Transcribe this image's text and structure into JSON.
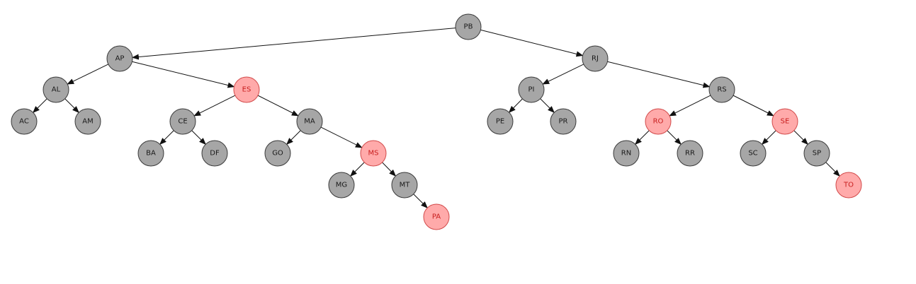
{
  "colors": {
    "black_fill": "#a6a6a6",
    "black_stroke": "#3a3a3a",
    "black_text": "#1a1a1a",
    "red_fill": "#ffaaaa",
    "red_stroke": "#d24a4a",
    "red_text": "#c81e1e",
    "edge": "#111111"
  },
  "tree": {
    "root": "PB",
    "nodes": [
      {
        "id": "PB",
        "label": "PB",
        "color": "black"
      },
      {
        "id": "AP",
        "label": "AP",
        "color": "black"
      },
      {
        "id": "RJ",
        "label": "RJ",
        "color": "black"
      },
      {
        "id": "AL",
        "label": "AL",
        "color": "black"
      },
      {
        "id": "ES",
        "label": "ES",
        "color": "red"
      },
      {
        "id": "AC",
        "label": "AC",
        "color": "black"
      },
      {
        "id": "AM",
        "label": "AM",
        "color": "black"
      },
      {
        "id": "CE",
        "label": "CE",
        "color": "black"
      },
      {
        "id": "MA",
        "label": "MA",
        "color": "black"
      },
      {
        "id": "BA",
        "label": "BA",
        "color": "black"
      },
      {
        "id": "DF",
        "label": "DF",
        "color": "black"
      },
      {
        "id": "GO",
        "label": "GO",
        "color": "black"
      },
      {
        "id": "MS",
        "label": "MS",
        "color": "red"
      },
      {
        "id": "MG",
        "label": "MG",
        "color": "black"
      },
      {
        "id": "MT",
        "label": "MT",
        "color": "black"
      },
      {
        "id": "PA",
        "label": "PA",
        "color": "red"
      },
      {
        "id": "PI",
        "label": "PI",
        "color": "black"
      },
      {
        "id": "RS",
        "label": "RS",
        "color": "black"
      },
      {
        "id": "PE",
        "label": "PE",
        "color": "black"
      },
      {
        "id": "PR",
        "label": "PR",
        "color": "black"
      },
      {
        "id": "RO",
        "label": "RO",
        "color": "red"
      },
      {
        "id": "SE",
        "label": "SE",
        "color": "red"
      },
      {
        "id": "RN",
        "label": "RN",
        "color": "black"
      },
      {
        "id": "RR",
        "label": "RR",
        "color": "black"
      },
      {
        "id": "SC",
        "label": "SC",
        "color": "black"
      },
      {
        "id": "SP",
        "label": "SP",
        "color": "black"
      },
      {
        "id": "TO",
        "label": "TO",
        "color": "red"
      }
    ],
    "edges": [
      [
        "PB",
        "AP"
      ],
      [
        "PB",
        "RJ"
      ],
      [
        "AP",
        "AL"
      ],
      [
        "AP",
        "ES"
      ],
      [
        "AL",
        "AC"
      ],
      [
        "AL",
        "AM"
      ],
      [
        "ES",
        "CE"
      ],
      [
        "ES",
        "MA"
      ],
      [
        "CE",
        "BA"
      ],
      [
        "CE",
        "DF"
      ],
      [
        "MA",
        "GO"
      ],
      [
        "MA",
        "MS"
      ],
      [
        "MS",
        "MG"
      ],
      [
        "MS",
        "MT"
      ],
      [
        "MT",
        "PA"
      ],
      [
        "RJ",
        "PI"
      ],
      [
        "RJ",
        "RS"
      ],
      [
        "PI",
        "PE"
      ],
      [
        "PI",
        "PR"
      ],
      [
        "RS",
        "RO"
      ],
      [
        "RS",
        "SE"
      ],
      [
        "RO",
        "RN"
      ],
      [
        "RO",
        "RR"
      ],
      [
        "SE",
        "SC"
      ],
      [
        "SE",
        "SP"
      ],
      [
        "SP",
        "TO"
      ]
    ]
  }
}
